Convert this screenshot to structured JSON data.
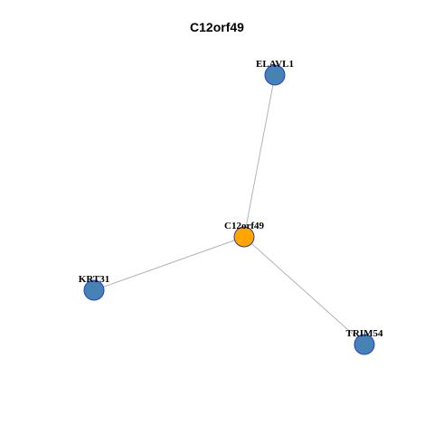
{
  "title": "C12orf49",
  "colors": {
    "hub_fill": "#FFA500",
    "hub_stroke": "#3A3A8C",
    "leaf_fill": "#4682B4",
    "leaf_stroke": "#1F3FCC",
    "edge": "#B4B4B4"
  },
  "nodes": [
    {
      "id": "hub",
      "label": "C12orf49",
      "role": "hub"
    },
    {
      "id": "n1",
      "label": "ELAVL1",
      "role": "leaf"
    },
    {
      "id": "n2",
      "label": "KRT31",
      "role": "leaf"
    },
    {
      "id": "n3",
      "label": "TRIM54",
      "role": "leaf"
    }
  ],
  "edges": [
    {
      "from": "hub",
      "to": "n1"
    },
    {
      "from": "hub",
      "to": "n2"
    },
    {
      "from": "hub",
      "to": "n3"
    }
  ]
}
